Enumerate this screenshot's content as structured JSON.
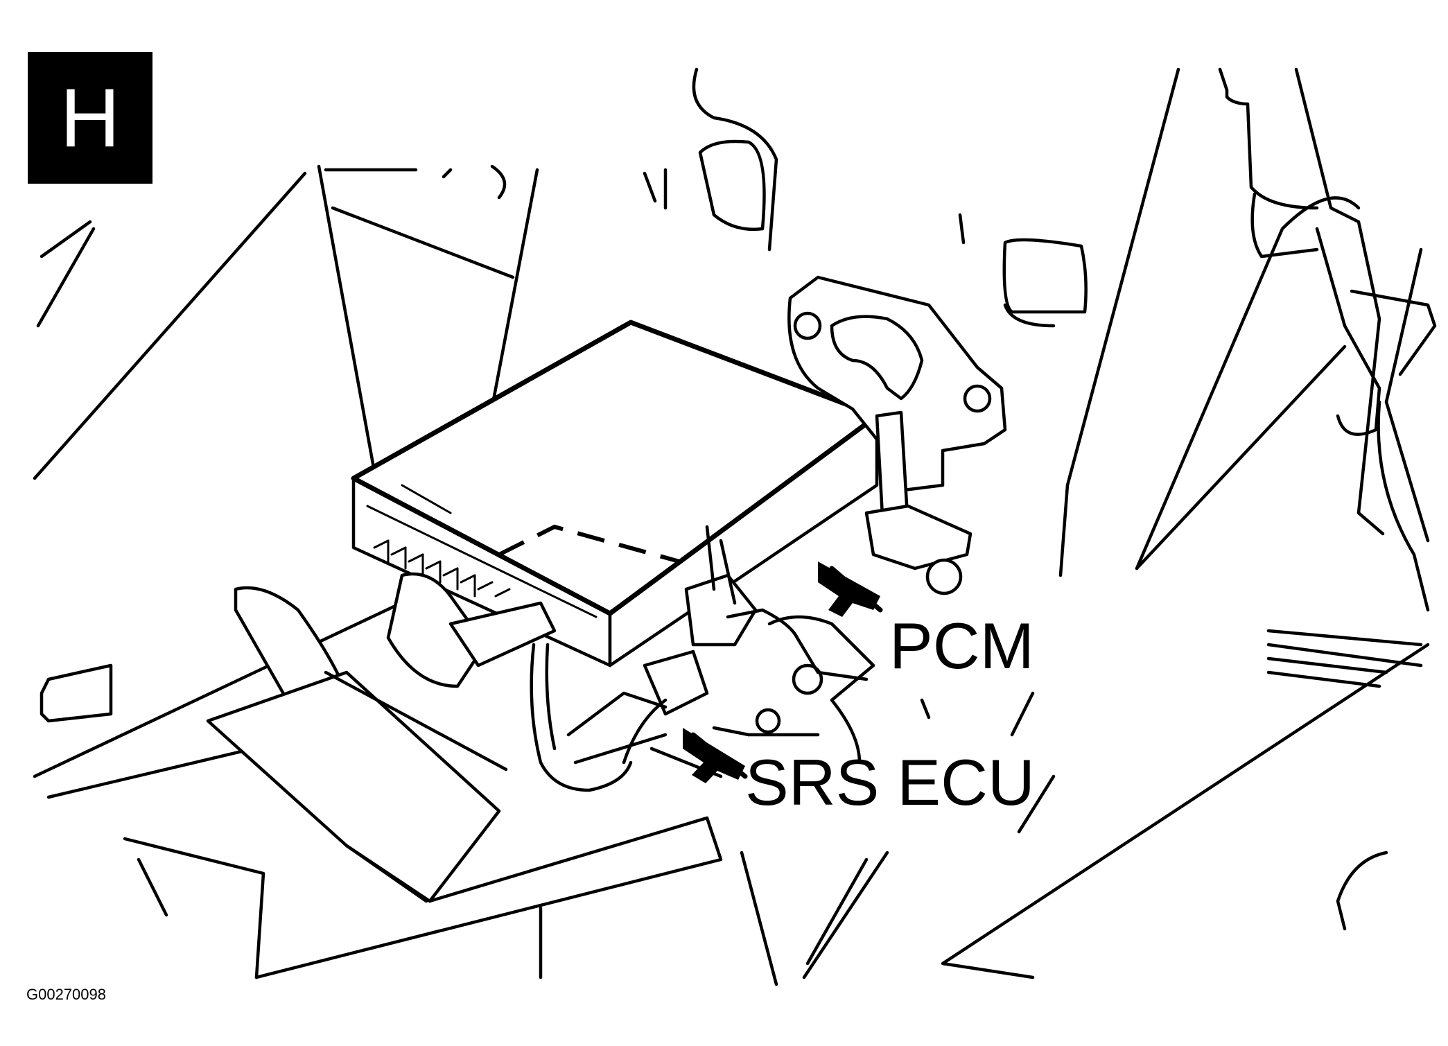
{
  "figure": {
    "badge": "H",
    "callouts": {
      "pcm": "PCM",
      "srs_ecu": "SRS ECU"
    },
    "figure_id": "G00270098"
  },
  "colors": {
    "ink": "#000000",
    "paper": "#ffffff"
  }
}
